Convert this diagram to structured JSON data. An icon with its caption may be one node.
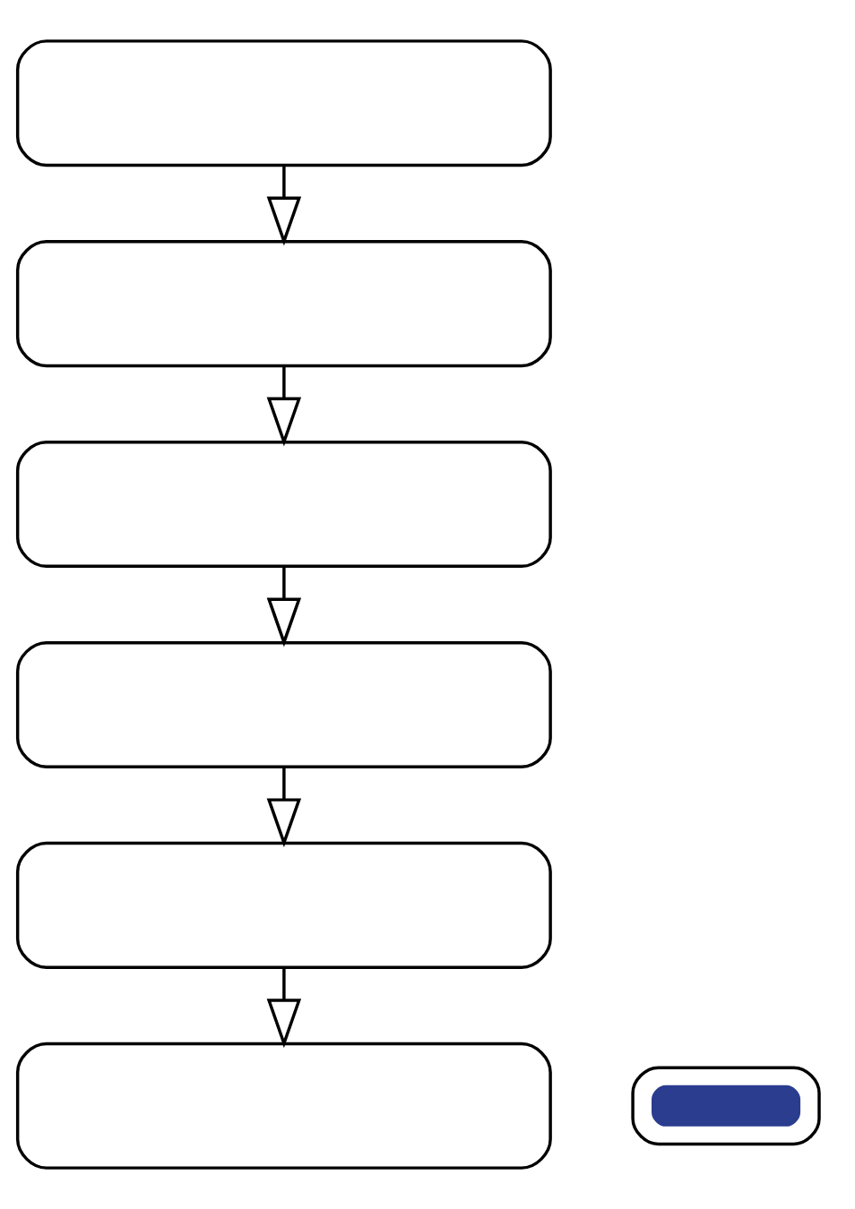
{
  "diagram": {
    "nodes": [
      {
        "text": [],
        "shape": "box"
      },
      {
        "text": [],
        "shape": "box"
      },
      {
        "text": [],
        "shape": "box"
      },
      {
        "text": [],
        "shape": "box"
      },
      {
        "text": [],
        "shape": "box"
      },
      {
        "text": [],
        "shape": "box"
      },
      {
        "text": [],
        "shape": "box"
      },
      {
        "text": [],
        "shape": "bar",
        "in": 6
      }
    ],
    "edges": [
      {
        "from": 0,
        "to": 1,
        "arrow": "to"
      },
      {
        "from": 1,
        "to": 2,
        "arrow": "to"
      },
      {
        "from": 2,
        "to": 3,
        "arrow": "to"
      },
      {
        "from": 3,
        "to": 4,
        "arrow": "to"
      },
      {
        "from": 4,
        "to": 5,
        "arrow": "to"
      }
    ]
  }
}
